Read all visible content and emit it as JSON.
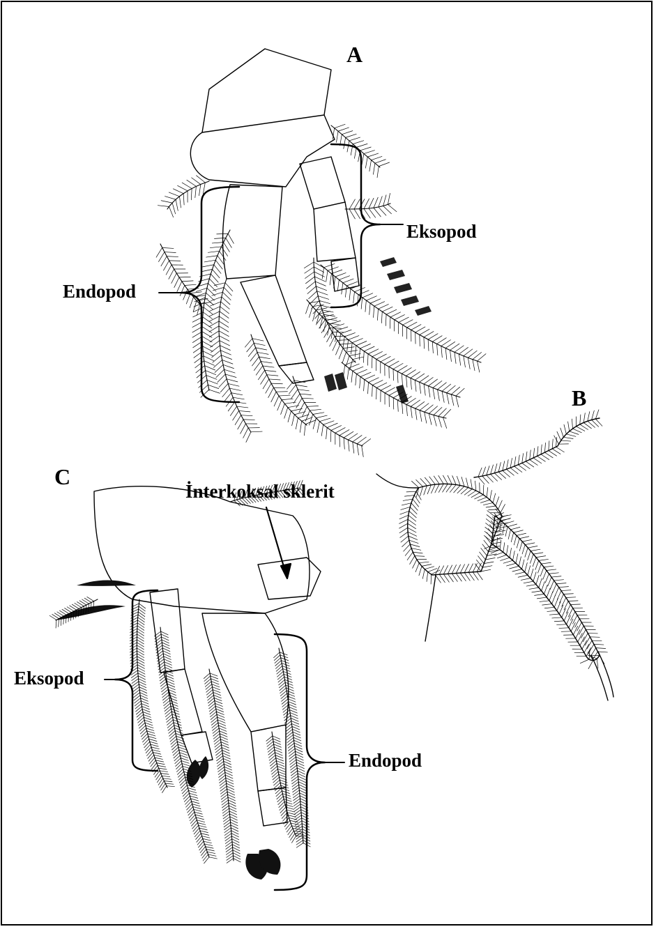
{
  "figure": {
    "panels": [
      {
        "id": "A",
        "label": "A",
        "parts": [
          "Eksopod",
          "Endopod"
        ]
      },
      {
        "id": "B",
        "label": "B",
        "parts": []
      },
      {
        "id": "C",
        "label": "C",
        "parts": [
          "İnterkoksal sklerit",
          "Eksopod",
          "Endopod"
        ]
      }
    ]
  },
  "labels": {
    "panel_a": "A",
    "panel_b": "B",
    "panel_c": "C",
    "a_exopod": "Eksopod",
    "a_endopod": "Endopod",
    "c_intercoxal": "İnterkoksal sklerit",
    "c_exopod": "Eksopod",
    "c_endopod": "Endopod"
  },
  "colors": {
    "ink": "#000000",
    "background": "#ffffff"
  }
}
